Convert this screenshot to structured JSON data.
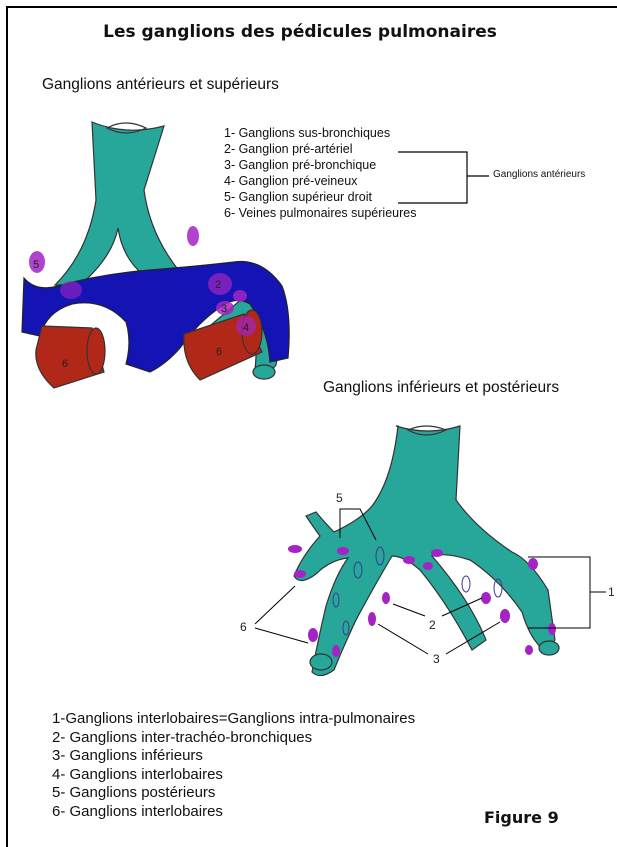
{
  "title": "Les ganglions des pédicules pulmonaires",
  "section_top": {
    "heading": "Ganglions antérieurs et supérieurs",
    "legend": [
      "1- Ganglions sus-bronchiques",
      "2- Ganglion pré-artériel",
      "3- Ganglion pré-bronchique",
      "4- Ganglion pré-veineux",
      "5- Ganglion supérieur droit",
      "6- Veines pulmonaires supérieures"
    ],
    "group_label": "Ganglions antérieurs",
    "fig_labels": [
      "5",
      "2",
      "3",
      "4",
      "6",
      "6"
    ]
  },
  "section_bottom": {
    "heading": "Ganglions inférieurs et postérieurs",
    "fig_labels": [
      "5",
      "1",
      "6",
      "2",
      "3"
    ],
    "legend": [
      "1-Ganglions interlobaires=Ganglions intra-pulmonaires",
      "2- Ganglions inter-trachéo-bronchiques",
      "3- Ganglions inférieurs",
      "4- Ganglions interlobaires",
      "5- Ganglions postérieurs",
      "6- Ganglions interlobaires"
    ]
  },
  "figure_label": "Figure 9",
  "colors": {
    "trachea": "#27a79a",
    "artery": "#1414b4",
    "vein": "#b22818",
    "node": "#a323c4"
  }
}
